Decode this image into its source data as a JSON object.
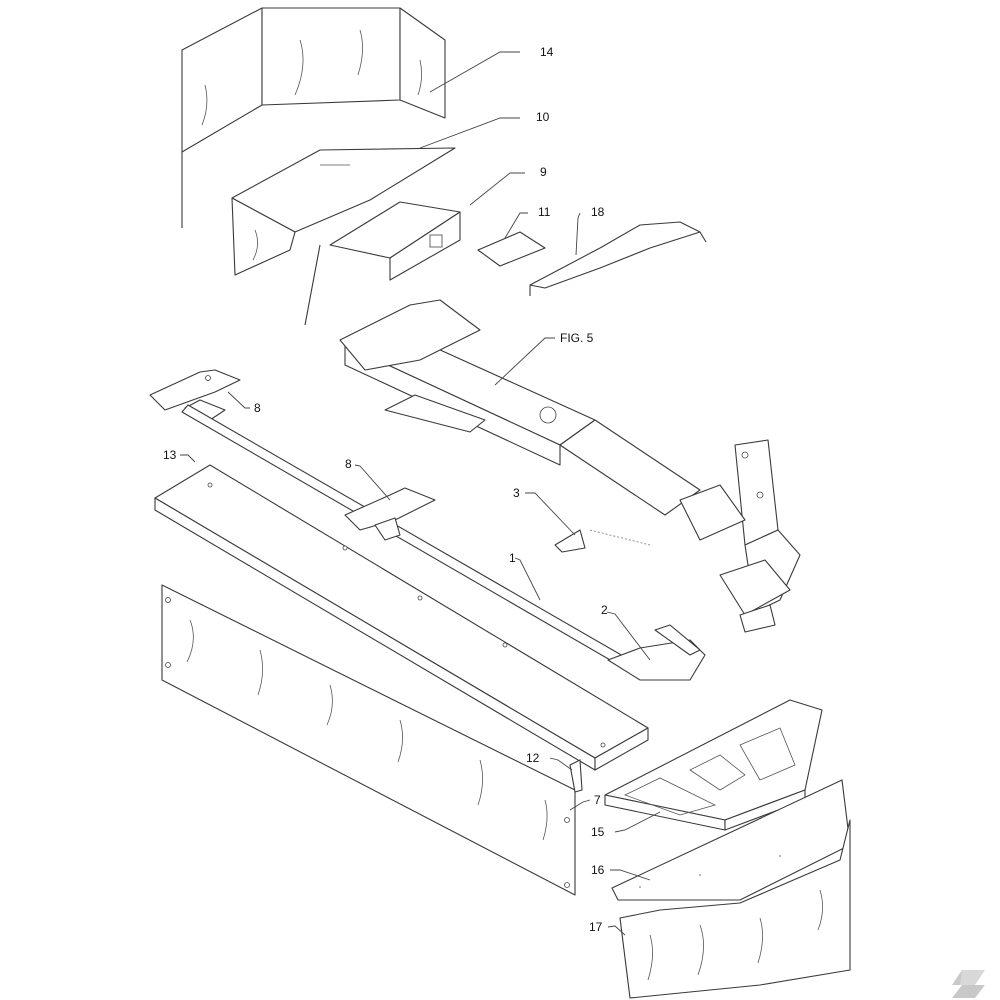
{
  "diagram": {
    "type": "exploded-parts-view",
    "callouts": [
      {
        "id": "c14",
        "label": "14"
      },
      {
        "id": "c10",
        "label": "10"
      },
      {
        "id": "c9",
        "label": "9"
      },
      {
        "id": "c11",
        "label": "11"
      },
      {
        "id": "c18",
        "label": "18"
      },
      {
        "id": "cfig5",
        "label": "FIG. 5"
      },
      {
        "id": "c8a",
        "label": "8"
      },
      {
        "id": "c13",
        "label": "13"
      },
      {
        "id": "c8b",
        "label": "8"
      },
      {
        "id": "c3",
        "label": "3"
      },
      {
        "id": "c1",
        "label": "1"
      },
      {
        "id": "c2",
        "label": "2"
      },
      {
        "id": "c12",
        "label": "12"
      },
      {
        "id": "c7",
        "label": "7"
      },
      {
        "id": "c15",
        "label": "15"
      },
      {
        "id": "c16",
        "label": "16"
      },
      {
        "id": "c17",
        "label": "17"
      }
    ],
    "logo_icon": "k-brand-logo-icon"
  }
}
